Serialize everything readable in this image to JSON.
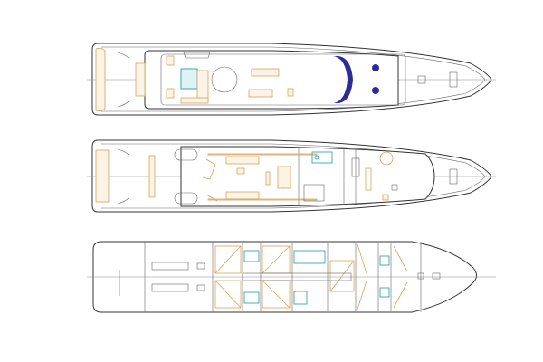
{
  "diagram": {
    "type": "yacht-deck-plans",
    "decks_shown": 3,
    "orientation": "bow-right",
    "colors": {
      "hull_line": "#333333",
      "furniture": "#d9a25a",
      "sunroof": "#2b2b9c",
      "wet_areas": "#3aa6b0",
      "background": "#ffffff"
    }
  }
}
